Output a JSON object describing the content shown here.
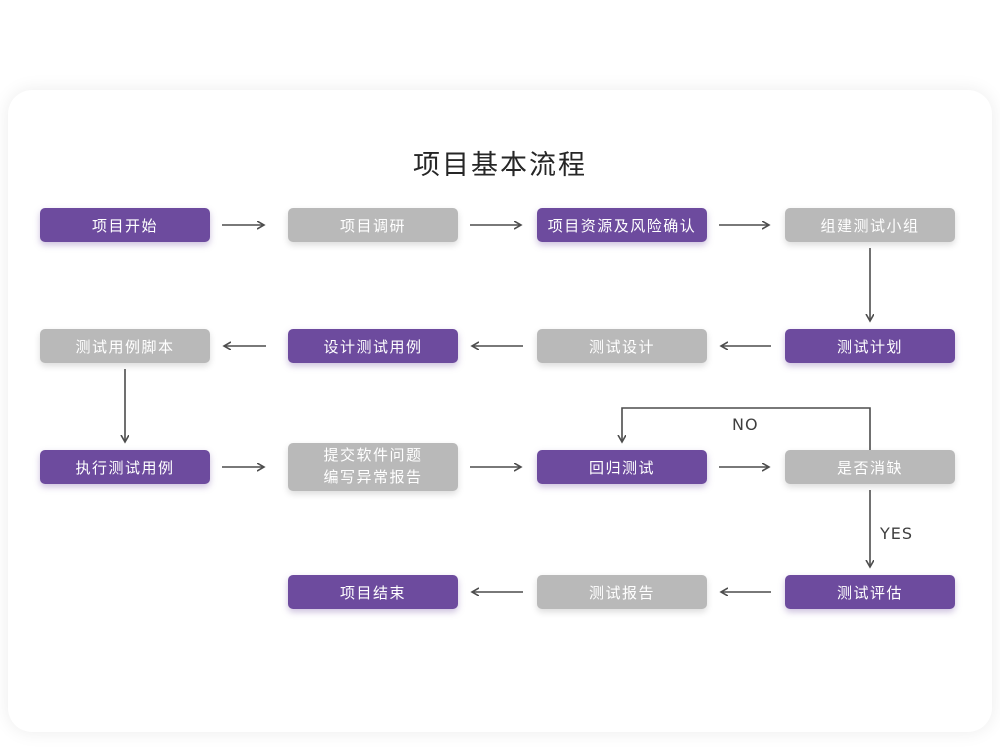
{
  "title": "项目基本流程",
  "colors": {
    "purple": "#6d4b9e",
    "gray": "#b9b9b9",
    "arrow": "#4d4d4d"
  },
  "nodes": {
    "start": {
      "label": "项目开始"
    },
    "research": {
      "label": "项目调研"
    },
    "risk": {
      "label": "项目资源及风险确认"
    },
    "team": {
      "label": "组建测试小组"
    },
    "plan": {
      "label": "测试计划"
    },
    "design": {
      "label": "测试设计"
    },
    "design_cases": {
      "label": "设计测试用例"
    },
    "case_scripts": {
      "label": "测试用例脚本"
    },
    "execute": {
      "label": "执行测试用例"
    },
    "submit": {
      "line1": "提交软件问题",
      "line2": "编写异常报告"
    },
    "regression": {
      "label": "回归测试"
    },
    "defect_check": {
      "label": "是否消缺"
    },
    "evaluate": {
      "label": "测试评估"
    },
    "report": {
      "label": "测试报告"
    },
    "end": {
      "label": "项目结束"
    }
  },
  "edge_labels": {
    "no": "NO",
    "yes": "YES"
  }
}
